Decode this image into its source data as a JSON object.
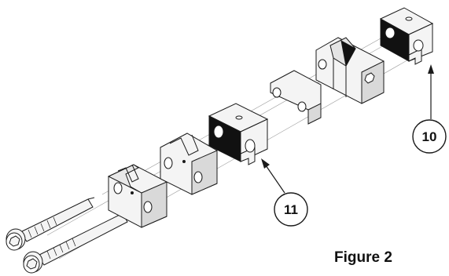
{
  "callouts": [
    {
      "id": "10",
      "label": "10"
    },
    {
      "id": "11",
      "label": "11"
    }
  ],
  "caption": "Figure 2",
  "colors": {
    "line": "#1a1a1a",
    "face_light": "#f4f4f4",
    "face_mid": "#d9d9d9",
    "face_dark": "#111111",
    "axis": "#9a9a9a"
  }
}
